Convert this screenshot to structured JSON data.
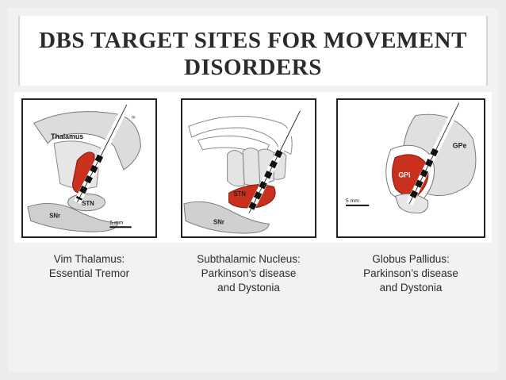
{
  "title_lines": [
    "DBS TARGET SITES FOR MOVEMENT",
    "DISORDERS"
  ],
  "panels": [
    {
      "labels": {
        "thalamus": "Thalamus",
        "stn": "STN",
        "snr": "SNr",
        "m": "m",
        "scale": "5 mm"
      },
      "caption": [
        "Vim Thalamus:",
        "Essential Tremor"
      ]
    },
    {
      "labels": {
        "stn": "STN",
        "snr": "SNr"
      },
      "caption": [
        "Subthalamic Nucleus:",
        "Parkinson’s disease",
        "and Dystonia"
      ]
    },
    {
      "labels": {
        "gpe": "GPe",
        "gpi": "GPi",
        "scale": "5 mm"
      },
      "caption": [
        "Globus Pallidus:",
        "Parkinson’s disease",
        "and Dystonia"
      ]
    }
  ],
  "colors": {
    "target_red": "#c9301e",
    "structure_gray": "#d4d4d4",
    "outline": "#555555"
  }
}
